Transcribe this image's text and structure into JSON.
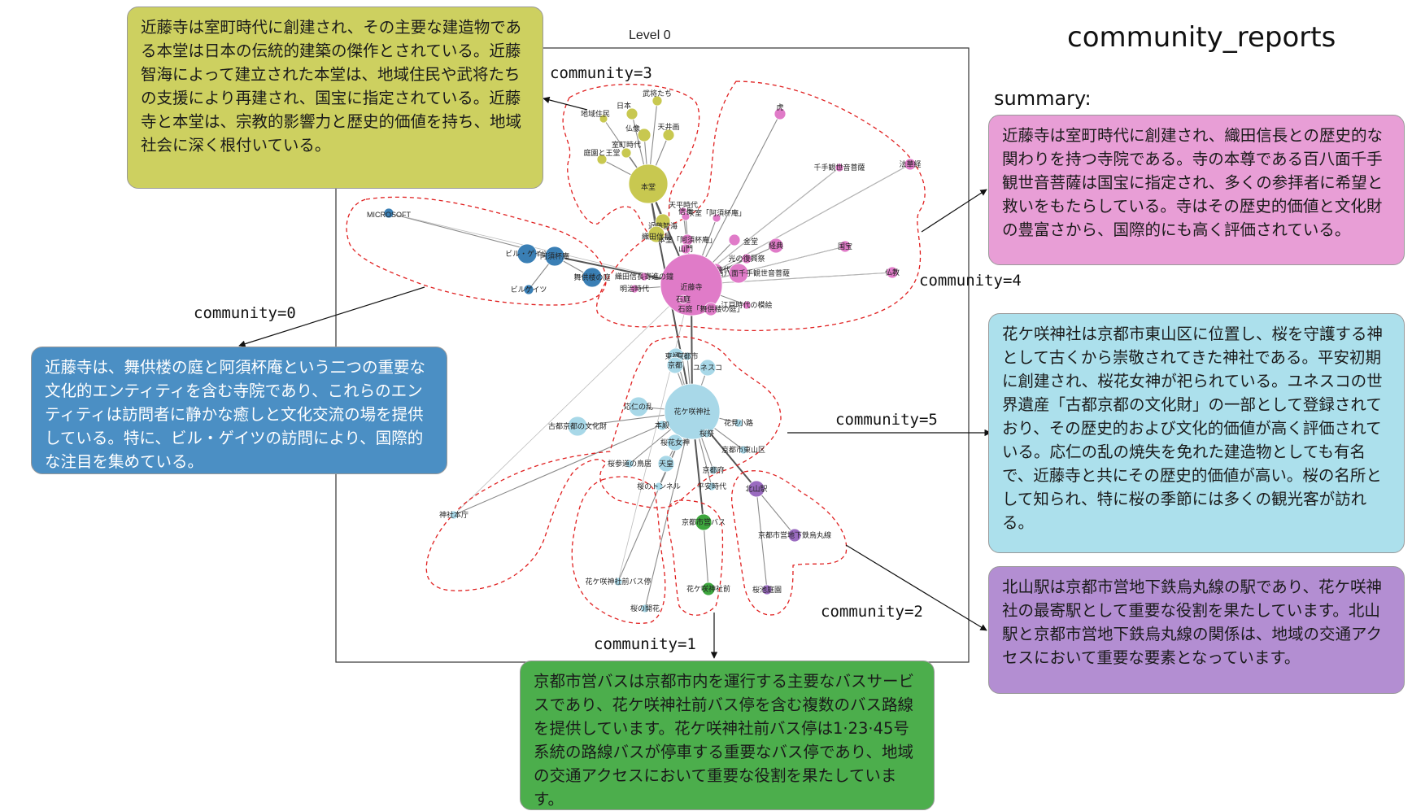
{
  "header": {
    "title": "community_reports",
    "summary_label": "summary:",
    "level_label": "Level 0"
  },
  "colors": {
    "yellow": "#c8c850",
    "pink": "#e07bc8",
    "blue": "#3a7fb5",
    "cyan": "#a8d8e8",
    "green": "#3da63d",
    "purple": "#9a6bc0",
    "boundary": "#e02020"
  },
  "communities": {
    "c0": {
      "label": "community=0",
      "report": "近藤寺は、舞供楼の庭と阿須杯庵という二つの重要な文化的エンティティを含む寺院であり、これらのエンティティは訪問者に静かな癒しと文化交流の場を提供している。特に、ビル・ゲイツの訪問により、国際的な注目を集めている。"
    },
    "c1": {
      "label": "community=1",
      "report": "京都市営バスは京都市内を運行する主要なバスサービスであり、花ケ咲神社前バス停を含む複数のバス路線を提供しています。花ケ咲神社前バス停は1·23·45号系統の路線バスが停車する重要なバス停であり、地域の交通アクセスにおいて重要な役割を果たしています。"
    },
    "c2": {
      "label": "community=2",
      "report": "北山駅は京都市営地下鉄烏丸線の駅であり、花ケ咲神社の最寄駅として重要な役割を果たしています。北山駅と京都市営地下鉄烏丸線の関係は、地域の交通アクセスにおいて重要な要素となっています。"
    },
    "c3": {
      "label": "community=3",
      "report": "近藤寺は室町時代に創建され、その主要な建造物である本堂は日本の伝統的建築の傑作とされている。近藤智海によって建立された本堂は、地域住民や武将たちの支援により再建され、国宝に指定されている。近藤寺と本堂は、宗教的影響力と歴史的価値を持ち、地域社会に深く根付いている。"
    },
    "c4": {
      "label": "community=4",
      "report": "近藤寺は室町時代に創建され、織田信長との歴史的な関わりを持つ寺院である。寺の本尊である百八面千手観世音菩薩は国宝に指定され、多くの参拝者に希望と救いをもたらしている。寺はその歴史的価値と文化財の豊富さから、国際的にも高く評価されている。"
    },
    "c5": {
      "label": "community=5",
      "report": "花ケ咲神社は京都市東山区に位置し、桜を守護する神として古くから崇敬されてきた神社である。平安初期に創建され、桜花女神が祀られている。ユネスコの世界遺産「古都京都の文化財」の一部として登録されており、その歴史的および文化的価値が高く評価されている。応仁の乱の焼失を免れた建造物としても有名で、近藤寺と共にその歴史的価値が高い。桜の名所として知られ、特に桜の季節には多くの観光客が訪れる。"
    }
  },
  "nodes": {
    "c3": [
      "武将たち",
      "日本",
      "地域住民",
      "天井画",
      "仏像",
      "室町時代",
      "庭園と王堂",
      "本堂",
      "近藤智海",
      "織田信長"
    ],
    "c4": [
      "虎",
      "千手観世音菩薩",
      "法華経",
      "天平時代",
      "茶室「阿須杯庵」",
      "信長",
      "本堂「阿須杯庵」",
      "金堂",
      "光の復興祭",
      "経典",
      "国宝",
      "山門",
      "江戸時代",
      "百八面千手観世音菩薩",
      "仏教",
      "近藤寺",
      "石庭「舞供楼の庭」",
      "江戸時代の模絵",
      "織田信長寄進の鐘",
      "明治時代",
      "石庭"
    ],
    "c0": [
      "MICROSOFT",
      "ビル・ゲイツ",
      "阿須杯庵",
      "舞供楼の庭",
      "ビルゲイツ"
    ],
    "c5": [
      "東福寺",
      "京都市",
      "京都",
      "ユネスコ",
      "応仁の乱",
      "花ケ咲神社",
      "古都京都の文化財",
      "本殿",
      "花見小路",
      "桜花女神",
      "桜祭",
      "京都市東山区",
      "桜参道の鳥居",
      "天皇",
      "京都府",
      "桜のトンネル",
      "平安時代",
      "神社本庁",
      "花ケ咲神社前バス停",
      "桜の開花"
    ],
    "c1": [
      "京都市営バス",
      "花ケ咲神社前"
    ],
    "c2": [
      "北山駅",
      "京都市営地下鉄烏丸線",
      "桜池庭園"
    ]
  }
}
